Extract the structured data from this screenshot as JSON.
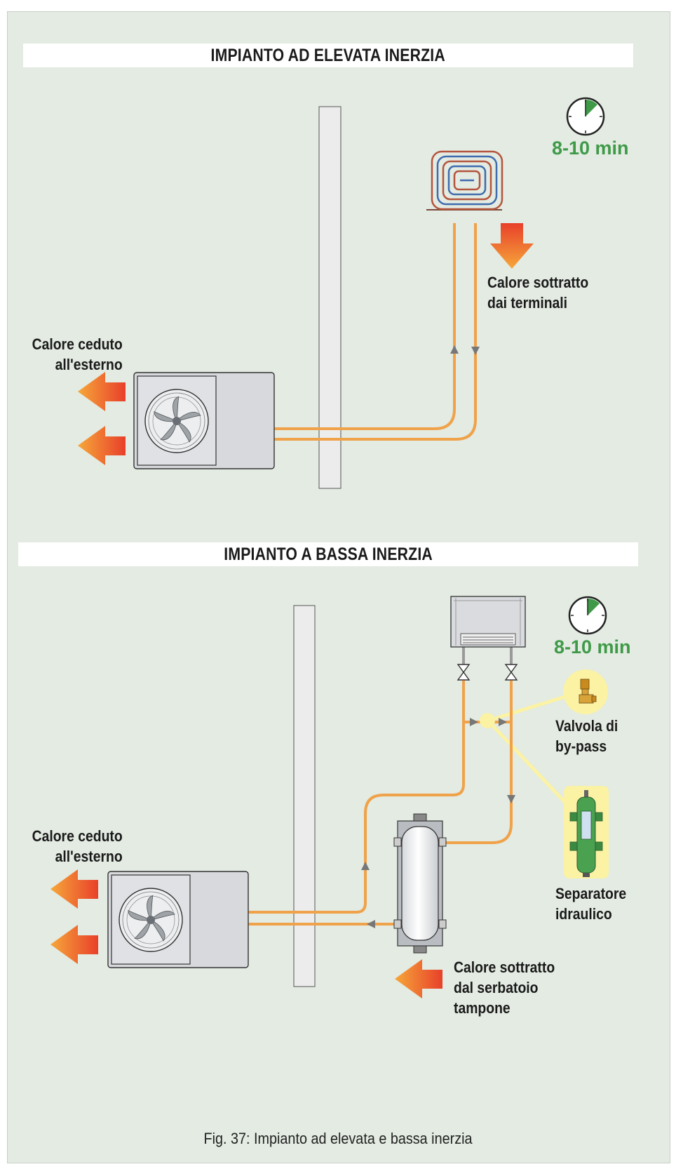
{
  "top": {
    "title": "IMPIANTO AD ELEVATA INERZIA",
    "time_label": "8-10 min",
    "heat_out_label": [
      "Calore ceduto",
      "all'esterno"
    ],
    "heat_taken_label": [
      "Calore sottratto",
      "dai terminali"
    ]
  },
  "bottom": {
    "title": "IMPIANTO A BASSA INERZIA",
    "time_label": "8-10 min",
    "heat_out_label": [
      "Calore ceduto",
      "all'esterno"
    ],
    "bypass_label": [
      "Valvola di",
      "by-pass"
    ],
    "separator_label": [
      "Separatore",
      "idraulico"
    ],
    "tank_label": [
      "Calore sottratto",
      "dal serbatoio",
      "tampone"
    ]
  },
  "caption": "Fig. 37: Impianto ad elevata e bassa inerzia",
  "colors": {
    "background": "#e3ebe2",
    "pipe": "#f0a24a",
    "time_green": "#3f9a48",
    "arrow_red": "#e8402a",
    "arrow_orange": "#f6a73a",
    "highlight_yellow": "#fbf2a4"
  },
  "icons": [
    "timer-icon",
    "heat-arrow-icon",
    "fan-icon",
    "floor-heating-coil-icon",
    "fan-coil-icon",
    "valve-icon",
    "buffer-tank-icon",
    "hydraulic-separator-icon"
  ]
}
